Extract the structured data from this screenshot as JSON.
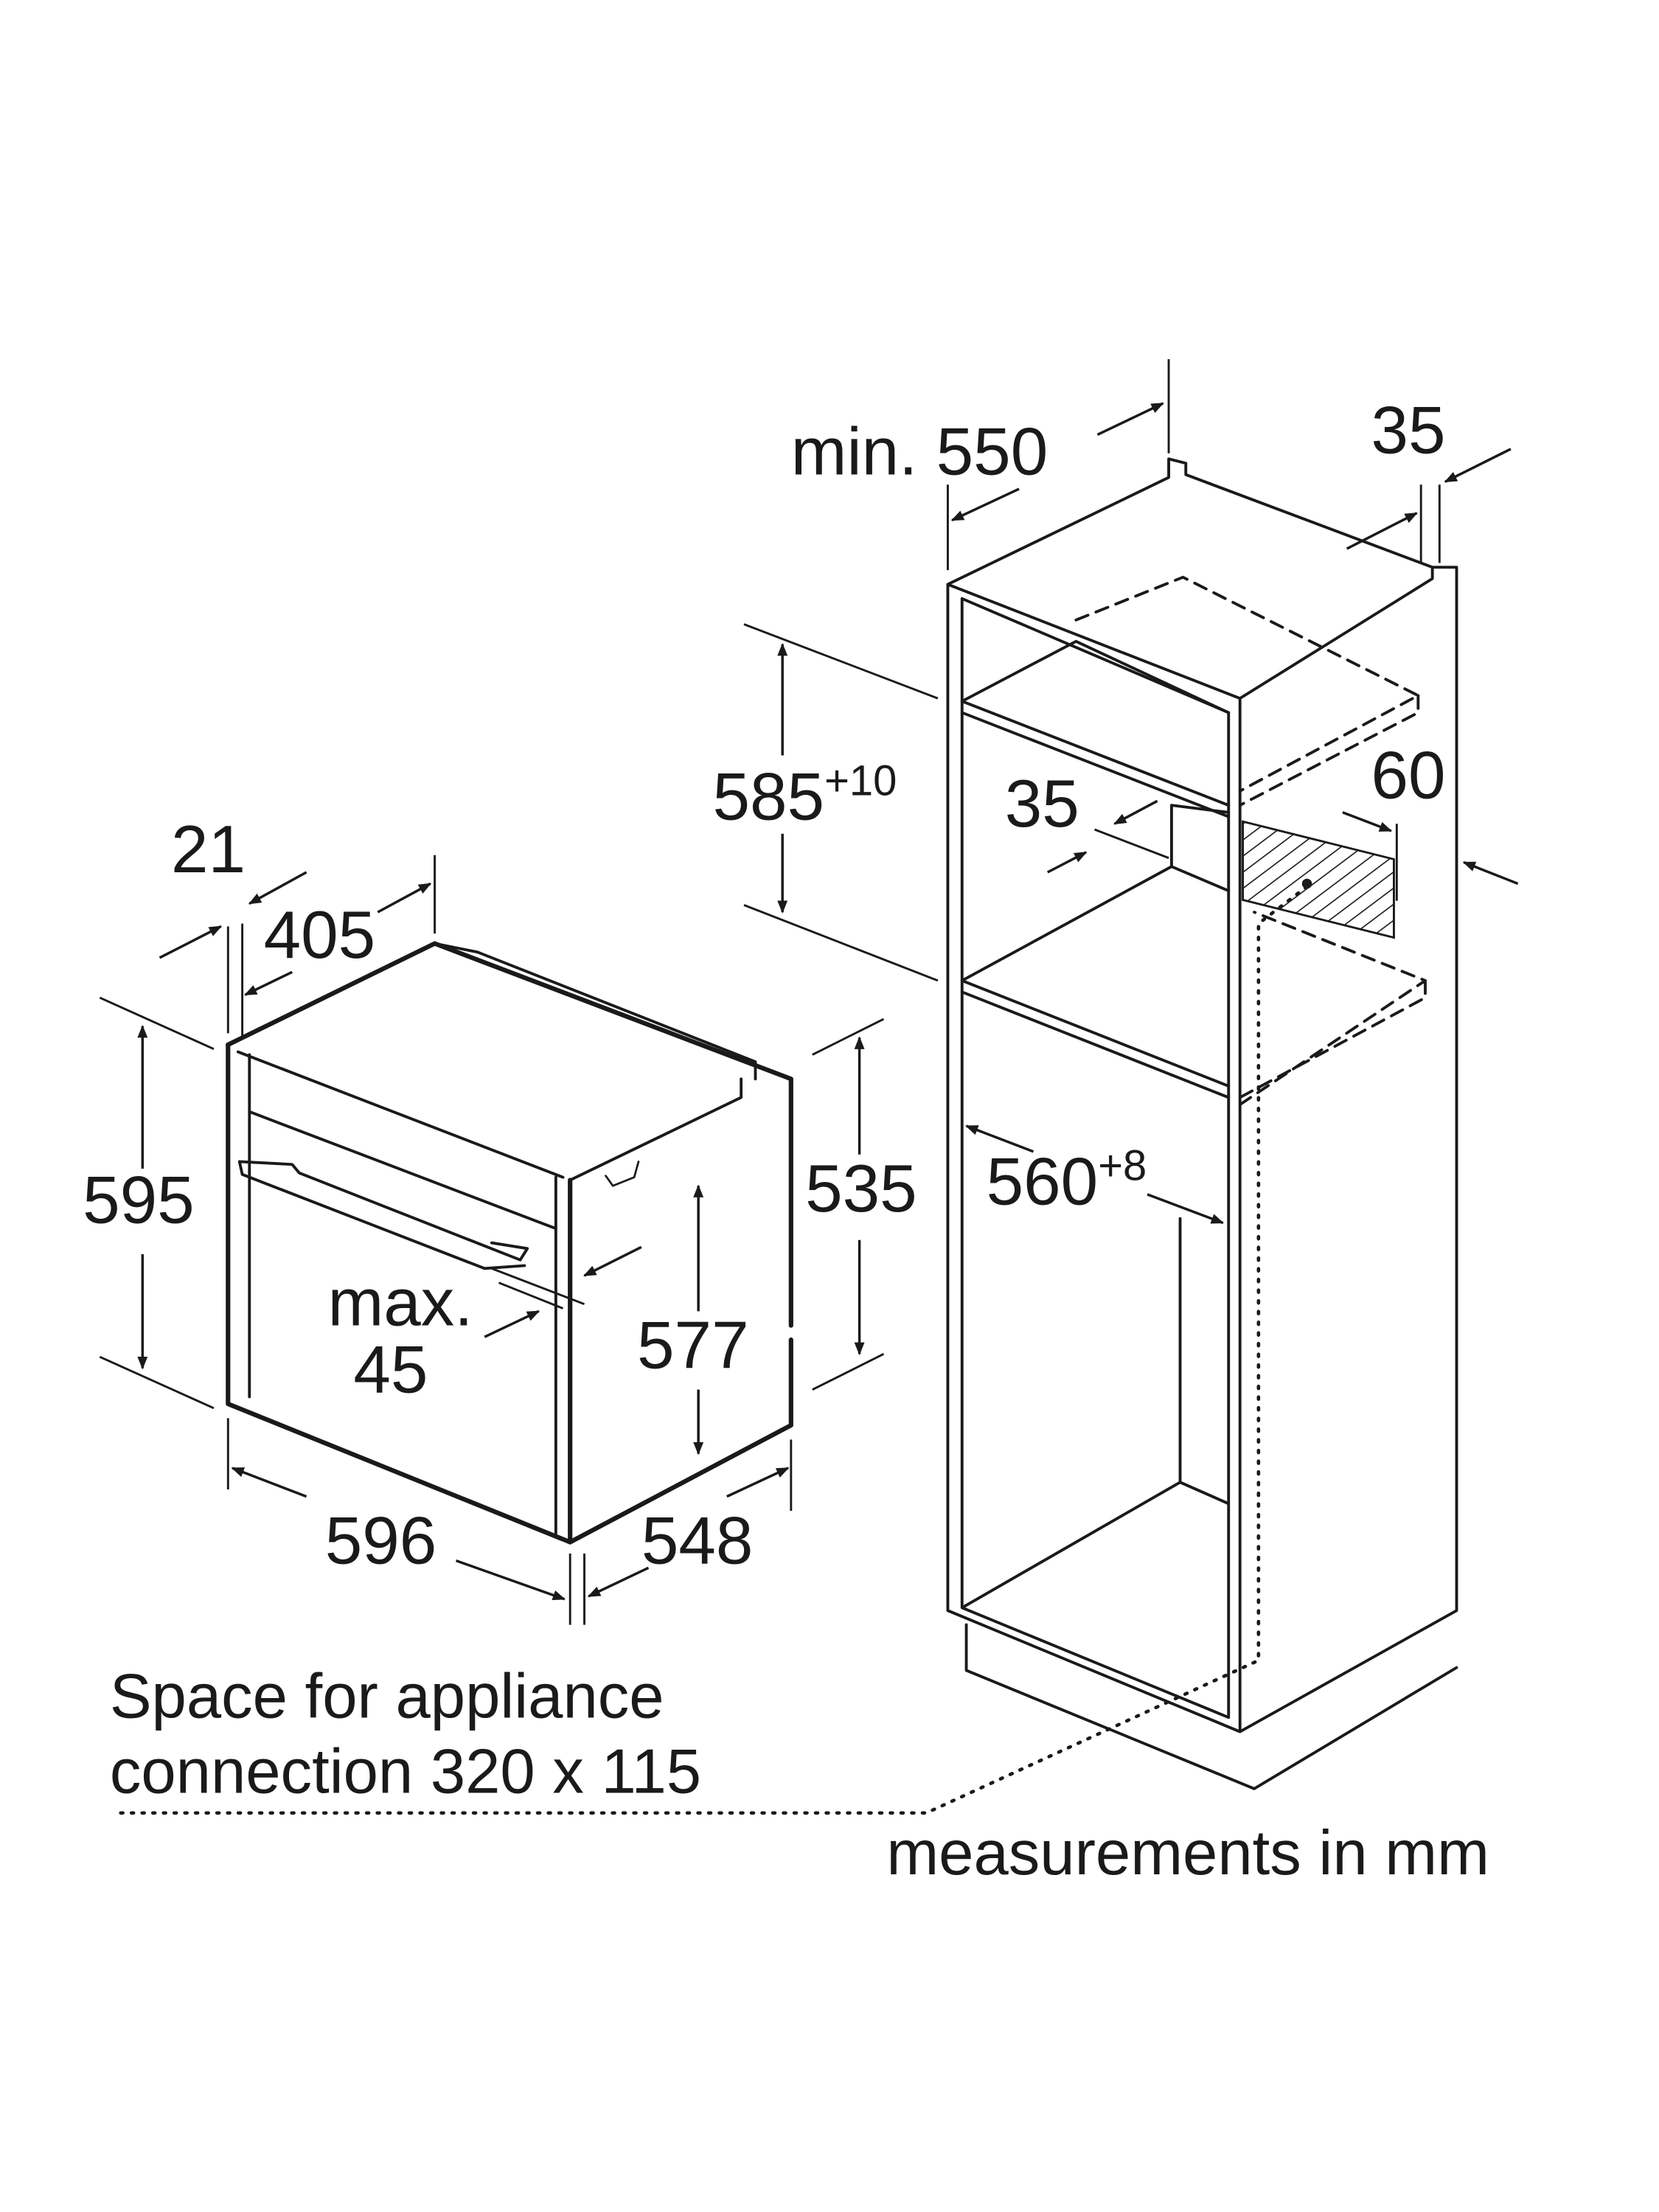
{
  "title": "Built-in oven installation dimensions",
  "oven": {
    "depth_label": "21",
    "depth_405_label": "405",
    "height_label": "595",
    "side_height_label": "535",
    "front_height_label": "577",
    "door_label_line1": "max.",
    "door_label_line2": "45",
    "width_label": "596",
    "body_depth_label": "548"
  },
  "cabinet": {
    "min_depth_label": "min. 550",
    "panel_label": "35",
    "niche_height_label": "585",
    "niche_height_tolerance": "+10",
    "rear_gap_label": "35",
    "vent_label": "60",
    "niche_width_label": "560",
    "niche_width_tolerance": "+8"
  },
  "notes": {
    "connection_line1": "Space for appliance",
    "connection_line2": "connection 320 x 115",
    "units": "measurements in mm"
  }
}
